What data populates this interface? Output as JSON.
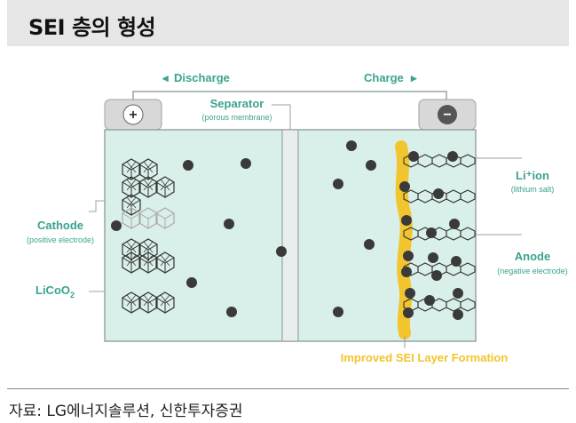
{
  "title": "SEI 층의 형성",
  "source": "자료: LG에너지솔루션, 신한투자증권",
  "terminals": {
    "positive": "+",
    "negative": "−"
  },
  "arrows": {
    "discharge": "Discharge",
    "charge": "Charge"
  },
  "labels": {
    "separator": "Separator",
    "separator_sub": "(porous membrane)",
    "cathode": "Cathode",
    "cathode_sub": "(positive electrode)",
    "licoo2_main": "LiCoO",
    "licoo2_sub": "2",
    "li_ion": "Li⁺ion",
    "li_ion_sub": "(lithium salt)",
    "anode": "Anode",
    "anode_sub": "(negative electrode)",
    "sei": "Improved SEI Layer Formation"
  },
  "colors": {
    "cell_fill": "#d9efe9",
    "teal_text": "#3aa38f",
    "sei_yellow": "#f2c42d",
    "dot": "#3a3a3a",
    "frame": "#9aa3a3"
  },
  "icons": [
    "cathode-crystal-icon",
    "graphite-layer-icon",
    "li-ion-dot-icon"
  ]
}
